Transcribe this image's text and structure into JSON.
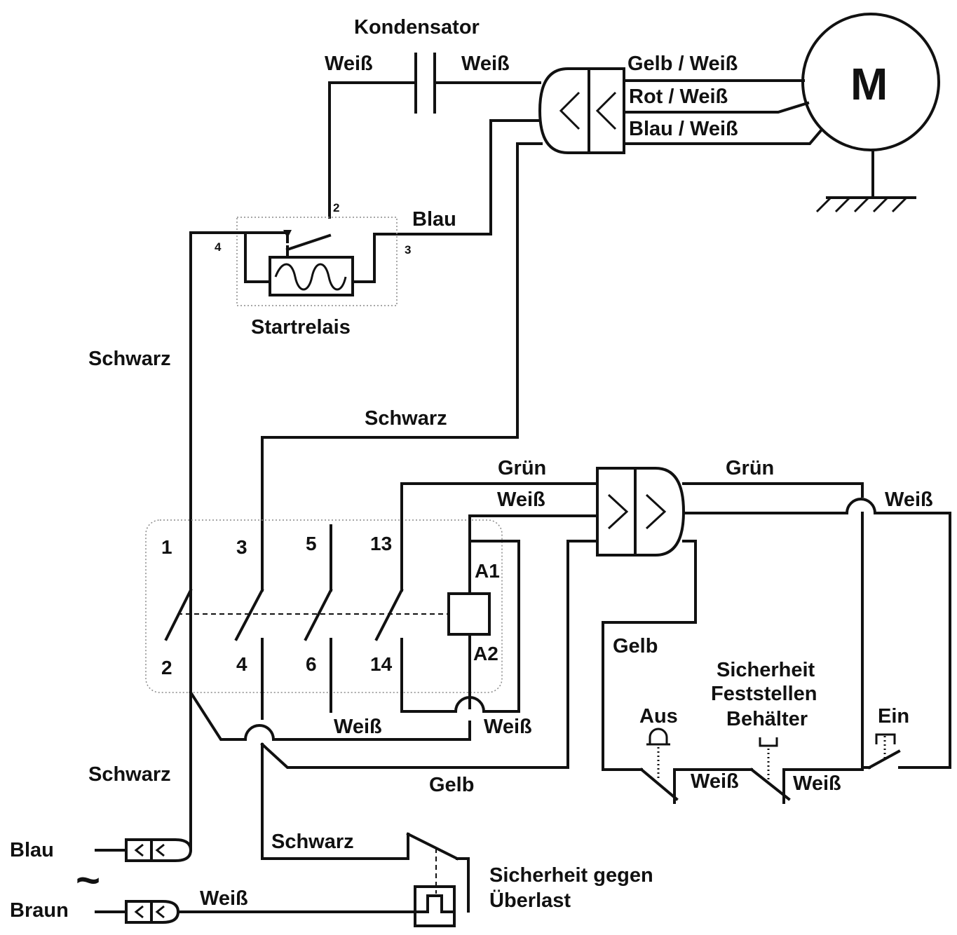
{
  "labels": {
    "kondensator": "Kondensator",
    "cap_left": "Weiß",
    "cap_right": "Weiß",
    "motor_letter": "M",
    "gelb_weiss": "Gelb / Weiß",
    "rot_weiss": "Rot / Weiß",
    "blau_weiss": "Blau / Weiß",
    "blau_top": "Blau",
    "startrelais": "Startrelais",
    "relay_pin_2": "2",
    "relay_pin_3": "3",
    "relay_pin_4": "4",
    "schwarz_left": "Schwarz",
    "schwarz_mid": "Schwarz",
    "gruen_left": "Grün",
    "gruen_right": "Grün",
    "weiss_mid": "Weiß",
    "weiss_right": "Weiß",
    "contact_1": "1",
    "contact_2": "2",
    "contact_3": "3",
    "contact_4": "4",
    "contact_5": "5",
    "contact_6": "6",
    "contact_13": "13",
    "contact_14": "14",
    "coil_a1": "A1",
    "coil_a2": "A2",
    "weiss_bottom_1": "Weiß",
    "weiss_bottom_2": "Weiß",
    "gelb_right": "Gelb",
    "gelb_bottom": "Gelb",
    "schwarz_bottom_left": "Schwarz",
    "schwarz_bottom_mid": "Schwarz",
    "sicherheit_line1": "Sicherheit",
    "sicherheit_line2": "Feststellen",
    "sicherheit_line3": "Behälter",
    "aus": "Aus",
    "ein": "Ein",
    "weiss_switch_1": "Weiß",
    "weiss_switch_2": "Weiß",
    "blau_plug": "Blau",
    "braun_plug": "Braun",
    "tilde": "~",
    "weiss_plug": "Weiß",
    "overload_line1": "Sicherheit gegen",
    "overload_line2": "Überlast"
  }
}
